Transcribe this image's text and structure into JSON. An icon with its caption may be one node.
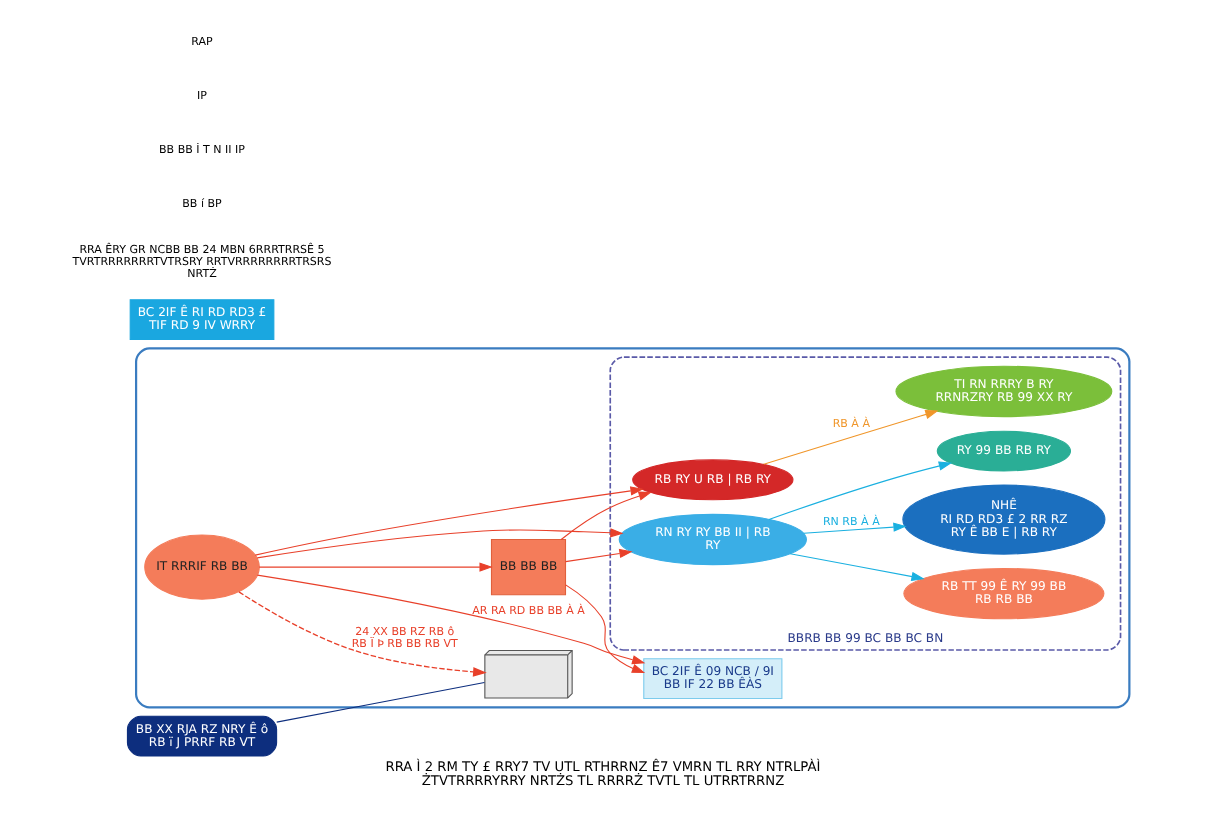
{
  "diagram": {
    "caption": "RRA Ì 2 RM TY £ RRY7 TV UTL RTHRRNZ Ê7 VMRN TL RRY NTRLPÀÌ ŻTVTRRRRYRRY NRTŻS TL RRRRŻ TVTL TL UTRRTRRNZ",
    "nodes": [
      {
        "text": [],
        "shape": "box"
      },
      {
        "text": [
          "BC 2IF Ê RI RD RD3 £ TIF RD 9 IV WRRY"
        ]
      },
      {
        "text": [
          "BC 2IF Ê 09 NCB / 9I BB IF 22 BB ÊÀS"
        ],
        "in": 0
      },
      {
        "text": [
          "BB BB BB"
        ],
        "in": 0
      },
      {
        "text": [
          "IT RRRIF RB BB"
        ],
        "in": 0
      },
      {
        "text": [
          "BB XX RJA RZ NRY Ê ô RB ï J PRRF RB VT"
        ]
      },
      {
        "text": [],
        "shape": "picture",
        "in": 0
      },
      {
        "text": [
          "BBRB BB 99 BC BB BC BN"
        ],
        "in": 0
      },
      {
        "text": [
          "RN RY RY BB II | RB RY"
        ],
        "in": 7
      },
      {
        "text": [
          "RB RY U RB | RB RY"
        ],
        "in": 7
      },
      {
        "text": [
          "RY 99 BB RB RY"
        ],
        "in": 7
      },
      {
        "text": [
          "RB TT 99 Ê RY 99 BB RB RB BB"
        ],
        "in": 7
      },
      {
        "text": [
          "NHÊ",
          "RI RD RD3 £ 2 RR RZ RY Ê BB E | RB RY"
        ],
        "in": 7
      },
      {
        "text": [
          "TI RN RRRY B RY RRNRZRY RB 99 XX RY"
        ],
        "in": 7
      }
    ],
    "edges": [
      {
        "from": 4,
        "to": 3,
        "arrow": "to"
      },
      {
        "from": 4,
        "to": 2,
        "arrow": "to",
        "label": "AR RA RD BB BB À À"
      },
      {
        "from": 3,
        "to": 2,
        "arrow": "to"
      },
      {
        "from": 4,
        "to": 8,
        "arrow": "to"
      },
      {
        "from": 3,
        "to": 8,
        "arrow": "to"
      },
      {
        "from": 4,
        "to": 9,
        "arrow": "to"
      },
      {
        "from": 3,
        "to": 9,
        "arrow": "to"
      },
      {
        "from": 4,
        "to": 6,
        "arrow": "to",
        "style": "dashed",
        "label": "24 XX BB RZ RB ô RB Ï Þ RB BB RB VT"
      },
      {
        "from": 5,
        "to": 6,
        "arrow": "none",
        "color": "#0d2e7e"
      },
      {
        "from": 8,
        "to": 10,
        "arrow": "to",
        "color": "#1ab0e0"
      },
      {
        "from": 8,
        "to": 11,
        "arrow": "to",
        "color": "#1ab0e0"
      },
      {
        "from": 8,
        "to": 12,
        "arrow": "to",
        "color": "#1ab0e0",
        "label": "RN RB À À"
      },
      {
        "from": 9,
        "to": 13,
        "arrow": "to",
        "color": "#f0962a",
        "label": "RB À À"
      }
    ],
    "labels": [
      "RRA ÊRY GR NCBB BB 24 MBN 6RRRTRRSÊ 5 TVRTRRRRRRRTVTRSRY RRTVRRRRRRRRTRSRS NRTŻ",
      "BB í BP",
      "BB BB İ T N II IP",
      "IP",
      "RAP"
    ]
  }
}
